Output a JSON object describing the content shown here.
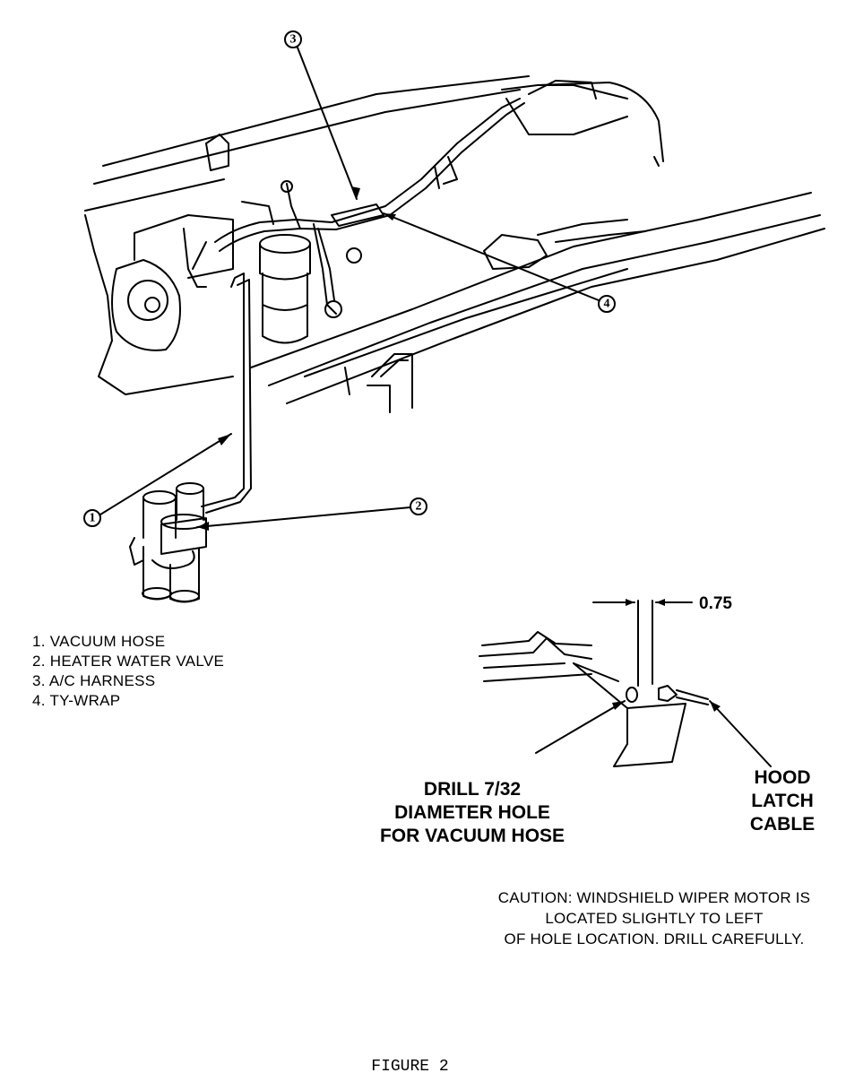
{
  "legend": {
    "items": [
      "1. VACUUM HOSE",
      "2. HEATER WATER VALVE",
      "3. A/C HARNESS",
      "4. TY-WRAP"
    ]
  },
  "callouts": [
    "1",
    "2",
    "3",
    "4"
  ],
  "dimension_label": "0.75",
  "drill_label": [
    "DRILL 7/32",
    "DIAMETER HOLE",
    "FOR VACUUM HOSE"
  ],
  "hood_label": [
    "HOOD",
    "LATCH",
    "CABLE"
  ],
  "caution": [
    "CAUTION: WINDSHIELD WIPER MOTOR IS",
    "LOCATED SLIGHTLY TO LEFT",
    "OF HOLE LOCATION. DRILL CAREFULLY."
  ],
  "figure_caption": "FIGURE 2"
}
